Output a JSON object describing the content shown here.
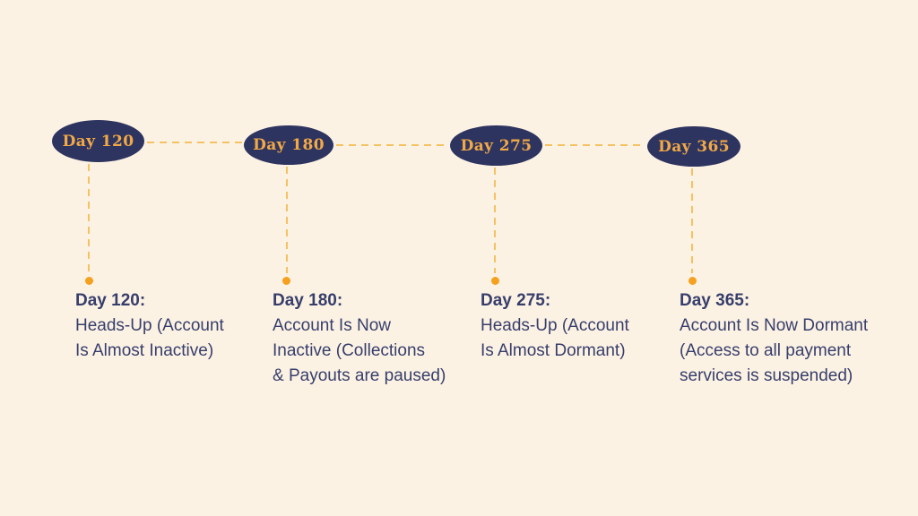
{
  "theme": {
    "colors": {
      "background": "#FCF2E4",
      "badge_bg": "#2E3460",
      "badge_text": "#F2A945",
      "dash": "#F5C263",
      "dot": "#F6A01F",
      "text": "#373E6B"
    }
  },
  "timeline": {
    "milestones": [
      {
        "badge": "Day 120",
        "heading": "Day 120:",
        "body": "Heads-Up (Account\nIs Almost Inactive)"
      },
      {
        "badge": "Day 180",
        "heading": "Day 180:",
        "body": "Account Is Now\nInactive (Collections\n& Payouts are paused)"
      },
      {
        "badge": "Day 275",
        "heading": "Day 275:",
        "body": "Heads-Up (Account\nIs Almost Dormant)"
      },
      {
        "badge": "Day 365",
        "heading": "Day 365:",
        "body": "Account Is Now Dormant\n(Access to all payment\nservices is suspended)"
      }
    ]
  }
}
